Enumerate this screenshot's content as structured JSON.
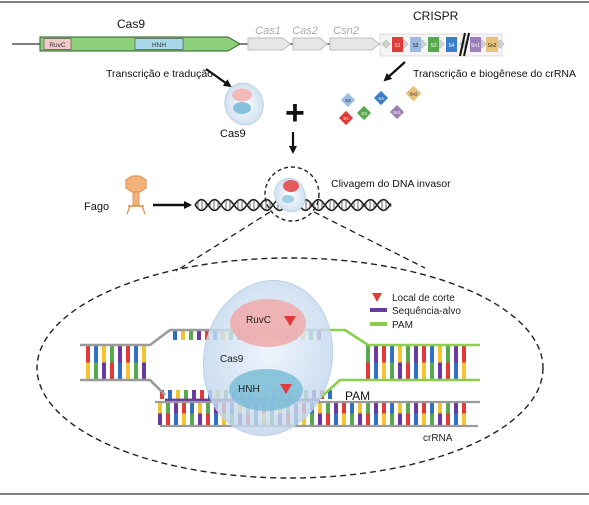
{
  "top": {
    "cas9_title": "Cas9",
    "crispr_title": "CRISPR",
    "ruvc_domain": "RuvC",
    "hnh_domain": "HNH",
    "cas1": "Cas1",
    "cas2": "Cas2",
    "csn2": "Csn2",
    "crispr_segments": [
      "S1",
      "S2",
      "S3",
      "S4",
      "Sn1",
      "Sn2"
    ]
  },
  "captions": {
    "transcription_translation": "Transcrição e tradução",
    "transcription_biogenesis": "Transcrição e biogênese do crRNA",
    "cas9_protein": "Cas9",
    "plus": "+",
    "dna_cleavage": "Clivagem do DNA invasor",
    "phage": "Fago"
  },
  "crrna_diamonds": [
    "S1",
    "S2",
    "S3",
    "S4",
    "Sn1",
    "Sn2"
  ],
  "zoom": {
    "ruvc": "RuvC",
    "hnh": "HNH",
    "cas9": "Cas9",
    "pam": "PAM",
    "crrna": "crRNA"
  },
  "legend": {
    "cut_site": "Local de corte",
    "target_sequence": "Sequência-alvo",
    "pam": "PAM"
  },
  "colors": {
    "ruvc_domain": "#f2c9c9",
    "hnh_domain": "#a8d8ea",
    "cas9_gene": "#8dd07a",
    "cut_marker": "#e03a3a",
    "target_seq": "#6a3aa0",
    "pam": "#8ccf4d",
    "backbone": "#9a9a9a"
  }
}
